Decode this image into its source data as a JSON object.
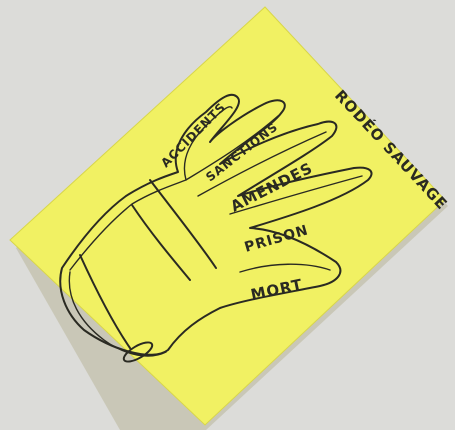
{
  "colors": {
    "background": "#dcdcd9",
    "paper": "#f1f163",
    "paper_shadow": "#b9b79a",
    "ink": "#2a2a22"
  },
  "drawing": {
    "subject": "hand-icon",
    "corner_note": "RODÉO SAUVAGE",
    "finger_labels": [
      "ACCIDENTS",
      "SANCTIONS",
      "AMENDES",
      "PRISON",
      "MORT"
    ]
  }
}
